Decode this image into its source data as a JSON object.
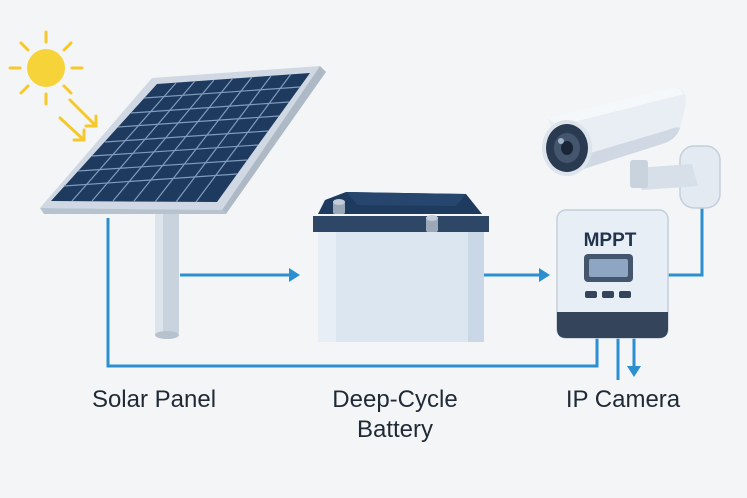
{
  "labels": {
    "solar_panel": "Solar Panel",
    "battery_line1": "Deep-Cycle",
    "battery_line2": "Battery",
    "ip_camera": "IP Camera"
  },
  "controller": {
    "text": "MPPT"
  },
  "colors": {
    "wire": "#2b8fd0",
    "panel_cell": "#1e3a5f",
    "panel_frame": "#cfd8e3",
    "battery_top": "#1e3a5f",
    "battery_body": "#dbe6f1",
    "controller_dark": "#34445a",
    "sun": "#f7d33a"
  },
  "icons": {
    "sun": "sun-icon",
    "solar_panel": "solar-panel-icon",
    "battery": "battery-icon",
    "controller": "mppt-controller-icon",
    "camera": "security-camera-icon"
  }
}
